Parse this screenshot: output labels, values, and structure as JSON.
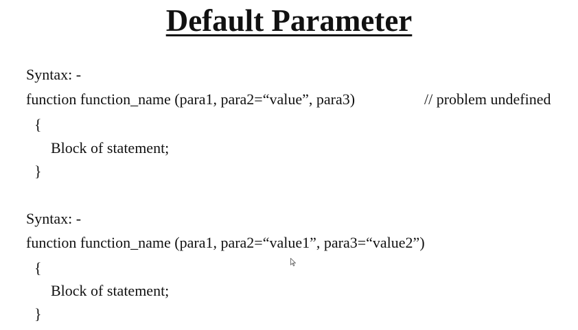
{
  "slide": {
    "title": "Default Parameter"
  },
  "block1": {
    "syntax_label": "Syntax: -",
    "signature": "function function_name (para1, para2=“value”, para3)",
    "comment": "// problem undefined",
    "open_brace": "{",
    "statement": "Block of statement;",
    "close_brace": "}"
  },
  "block2": {
    "syntax_label": "Syntax: -",
    "signature": "function function_name (para1, para2=“value1”, para3=“value2”)",
    "open_brace": "{",
    "statement": "Block of statement;",
    "close_brace": "}"
  },
  "icons": {
    "cursor": "mouse-pointer-icon"
  }
}
